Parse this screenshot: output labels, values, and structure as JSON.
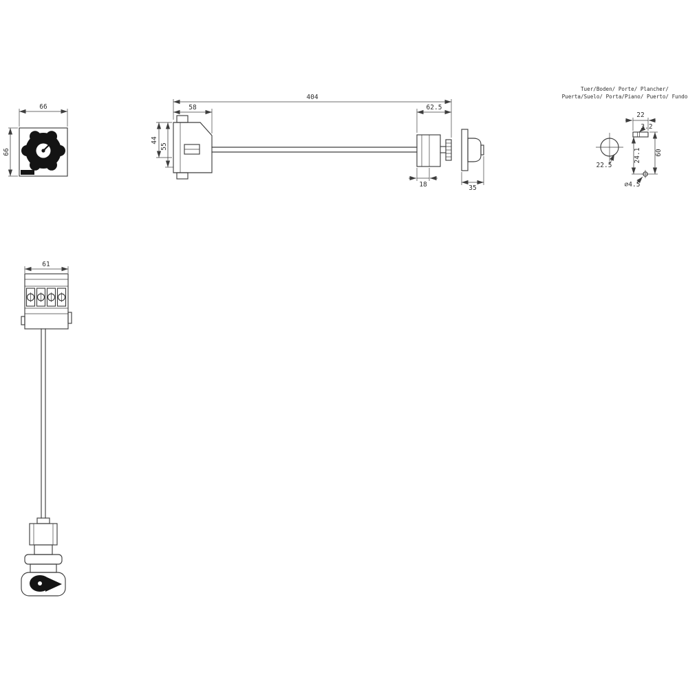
{
  "drawing": {
    "background": "#ffffff",
    "ink_color": "#3d3d3d",
    "knob_color": "#141414",
    "views": {
      "handle_front": {
        "dims": {
          "width": "66",
          "height": "66"
        }
      },
      "assembly_side": {
        "dims": {
          "overall_length": "404",
          "switch_depth": "58",
          "coupling_depth": "62.5",
          "body_height": "44",
          "overall_height": "55",
          "bearing_width": "18",
          "handle_depth": "35"
        }
      },
      "drilling_plan": {
        "label_line1": "Tuer/Boden/ Porte/ Plancher/",
        "label_line2": "Puerta/Suelo/ Porta/Piano/ Puerto/ Fundo",
        "dims": {
          "cutout_width": "22",
          "slot_width": "3.2",
          "vertical_offset": "24.1",
          "overall_height": "60",
          "shaft_hole": "22.5",
          "fixing_hole": "⌀4.5"
        }
      },
      "switch_front": {
        "dims": {
          "width": "61"
        }
      }
    }
  }
}
